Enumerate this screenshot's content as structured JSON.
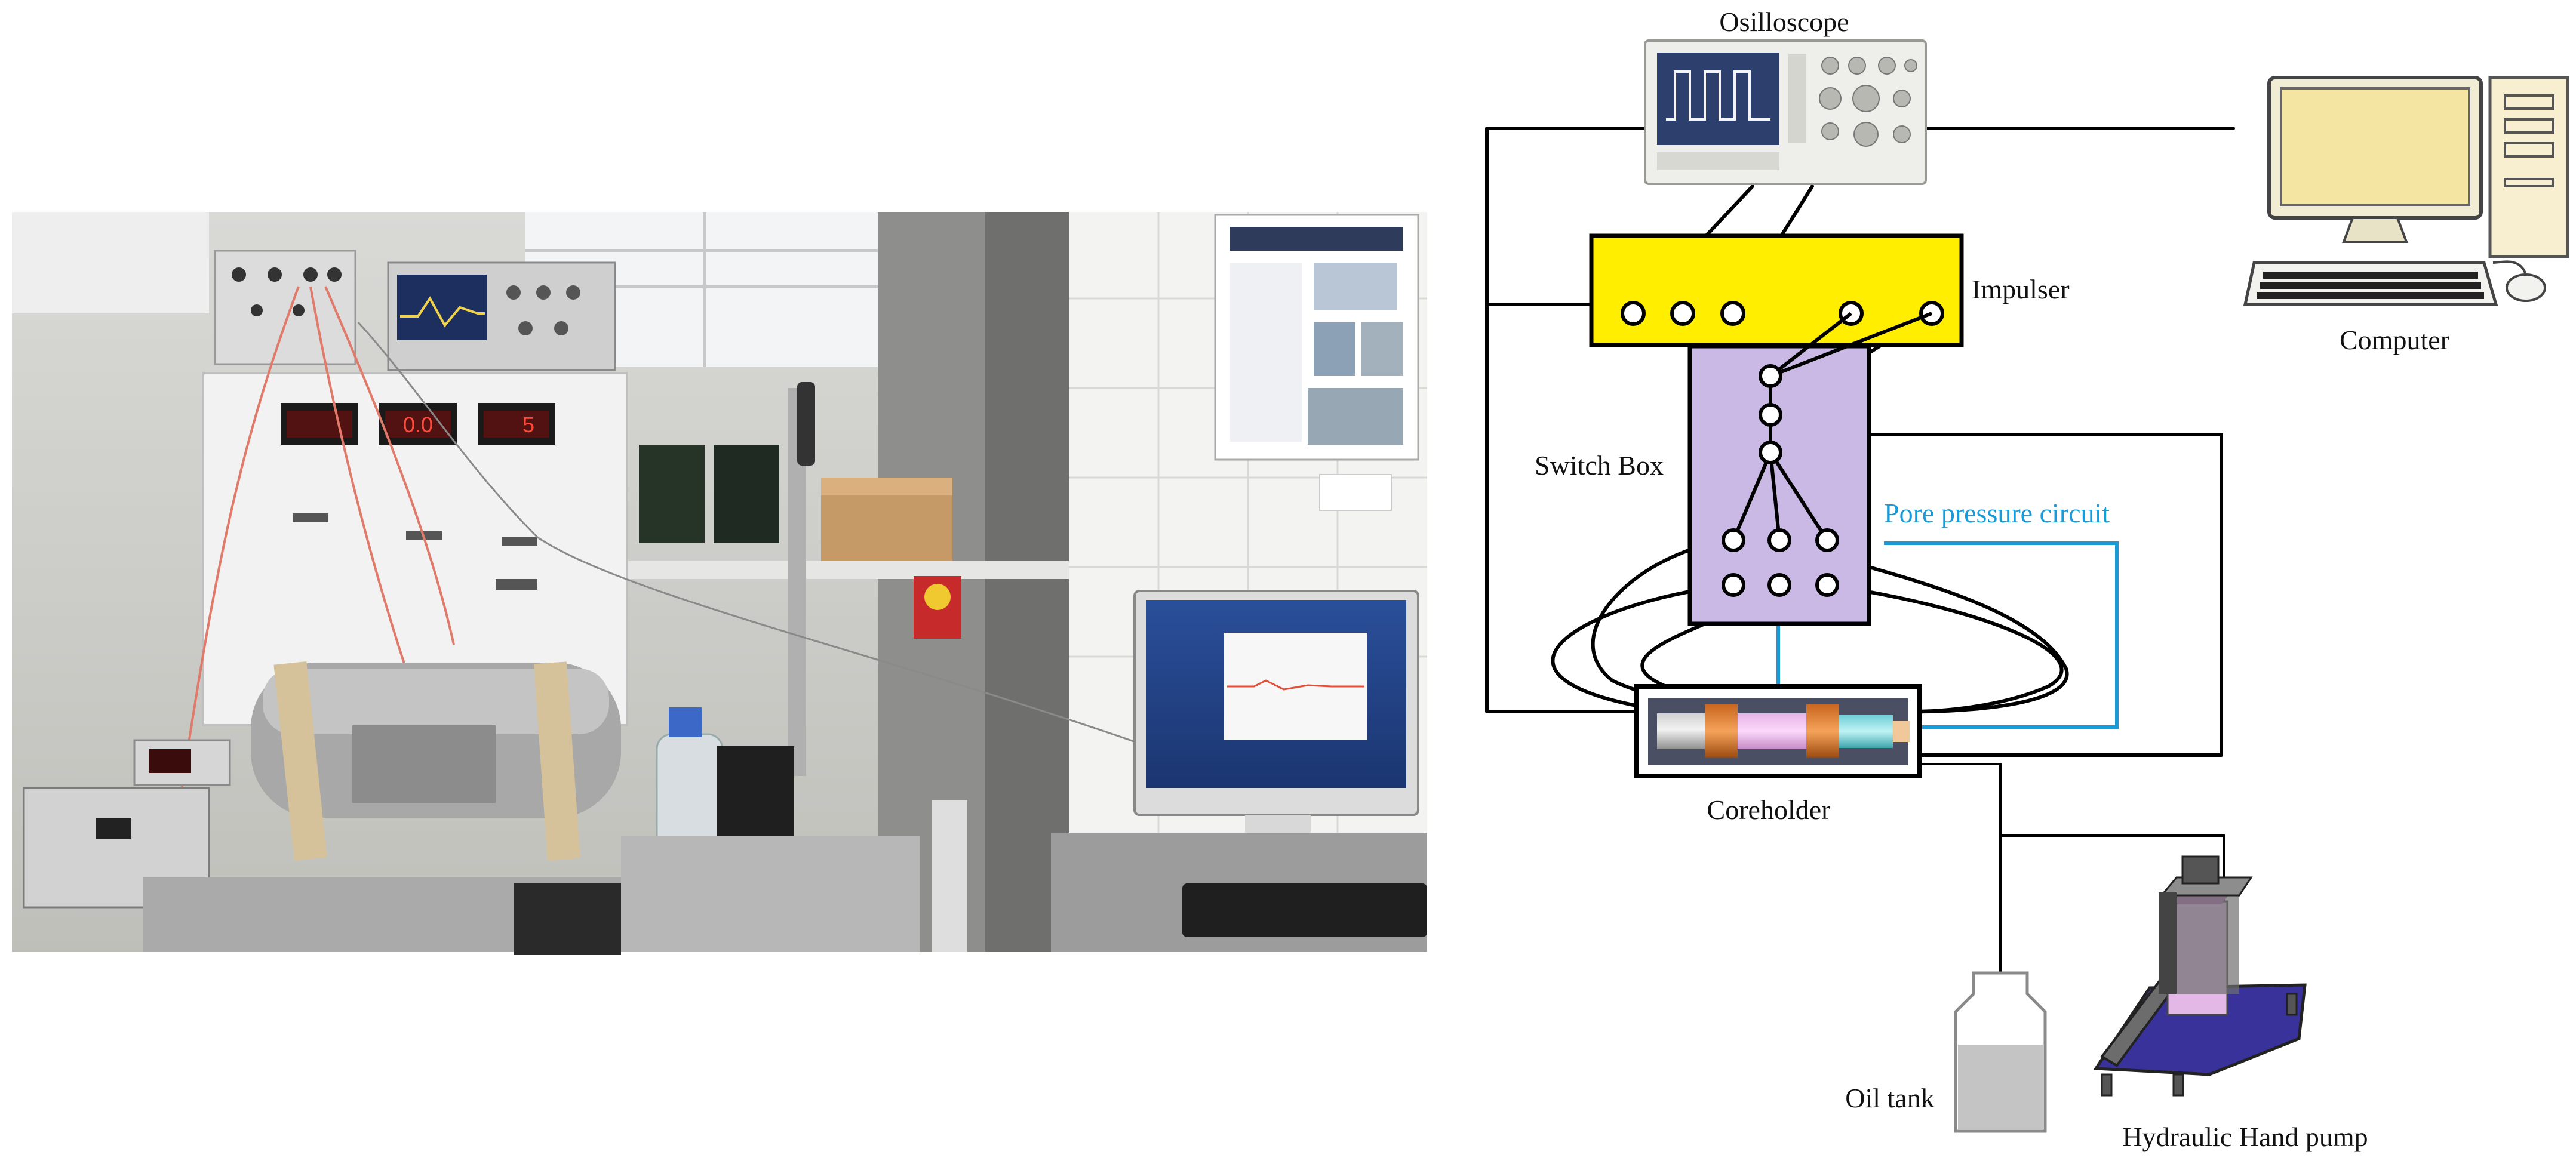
{
  "colors": {
    "impulser": "#ffee00",
    "switch_box": "#c9b9e4",
    "pore_circuit": "#1a9ad6",
    "wire": "#000000",
    "screen_background": "#f4e6a2",
    "oil": "#c4c4c4",
    "pump_base": "#39329a"
  },
  "diagram": {
    "oscilloscope": {
      "label": "Osilloscope",
      "icon": "oscilloscope-icon"
    },
    "impulser": {
      "label": "Impulser"
    },
    "computer": {
      "label": "Computer",
      "icon": "desktop-computer-icon"
    },
    "switch_box": {
      "label": "Switch Box"
    },
    "pore_pressure": {
      "label": "Pore pressure circuit"
    },
    "coreholder": {
      "label": "Coreholder",
      "icon": "coreholder-icon"
    },
    "oil_tank": {
      "label": "Oil tank",
      "icon": "bottle-icon"
    },
    "pump": {
      "label": "Hydraulic Hand pump",
      "icon": "hand-pump-icon"
    }
  },
  "photo": {
    "description_icon": "laboratory-photo",
    "display_readings": [
      "0.0",
      "5"
    ]
  }
}
